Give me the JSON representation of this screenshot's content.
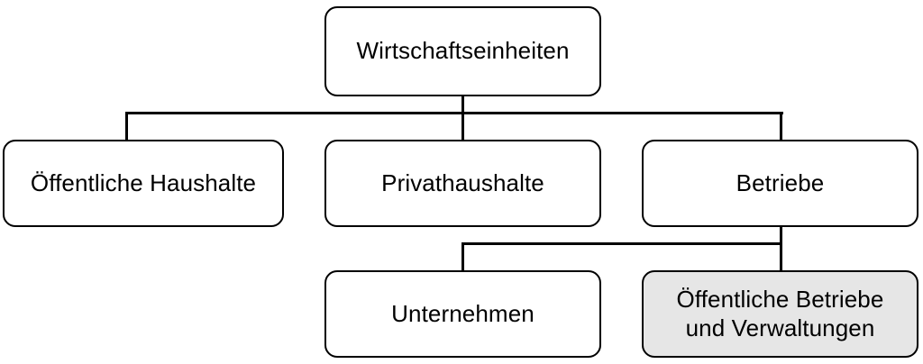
{
  "diagram": {
    "type": "hierarchy-tree",
    "title": "Wirtschaftseinheiten",
    "colors": {
      "stroke": "#000000",
      "node_fill": "#ffffff",
      "highlight_fill": "#e6e6e6",
      "background": "#ffffff",
      "text": "#000000"
    },
    "nodes": [
      {
        "id": "wirtschaftseinheiten",
        "label": "Wirtschaftseinheiten",
        "level": 1,
        "highlighted": false
      },
      {
        "id": "oeffentliche-haushalte",
        "label": "Öffentliche Haushalte",
        "level": 2,
        "highlighted": false
      },
      {
        "id": "privathaushalte",
        "label": "Privathaushalte",
        "level": 2,
        "highlighted": false
      },
      {
        "id": "betriebe",
        "label": "Betriebe",
        "level": 2,
        "highlighted": false
      },
      {
        "id": "unternehmen",
        "label": "Unternehmen",
        "level": 3,
        "highlighted": false
      },
      {
        "id": "oeffentliche-betriebe",
        "label": "Öffentliche Betriebe\nund Verwaltungen",
        "level": 3,
        "highlighted": true
      }
    ],
    "edges": [
      {
        "from": "wirtschaftseinheiten",
        "to": "oeffentliche-haushalte"
      },
      {
        "from": "wirtschaftseinheiten",
        "to": "privathaushalte"
      },
      {
        "from": "wirtschaftseinheiten",
        "to": "betriebe"
      },
      {
        "from": "betriebe",
        "to": "unternehmen"
      },
      {
        "from": "betriebe",
        "to": "oeffentliche-betriebe"
      }
    ]
  }
}
